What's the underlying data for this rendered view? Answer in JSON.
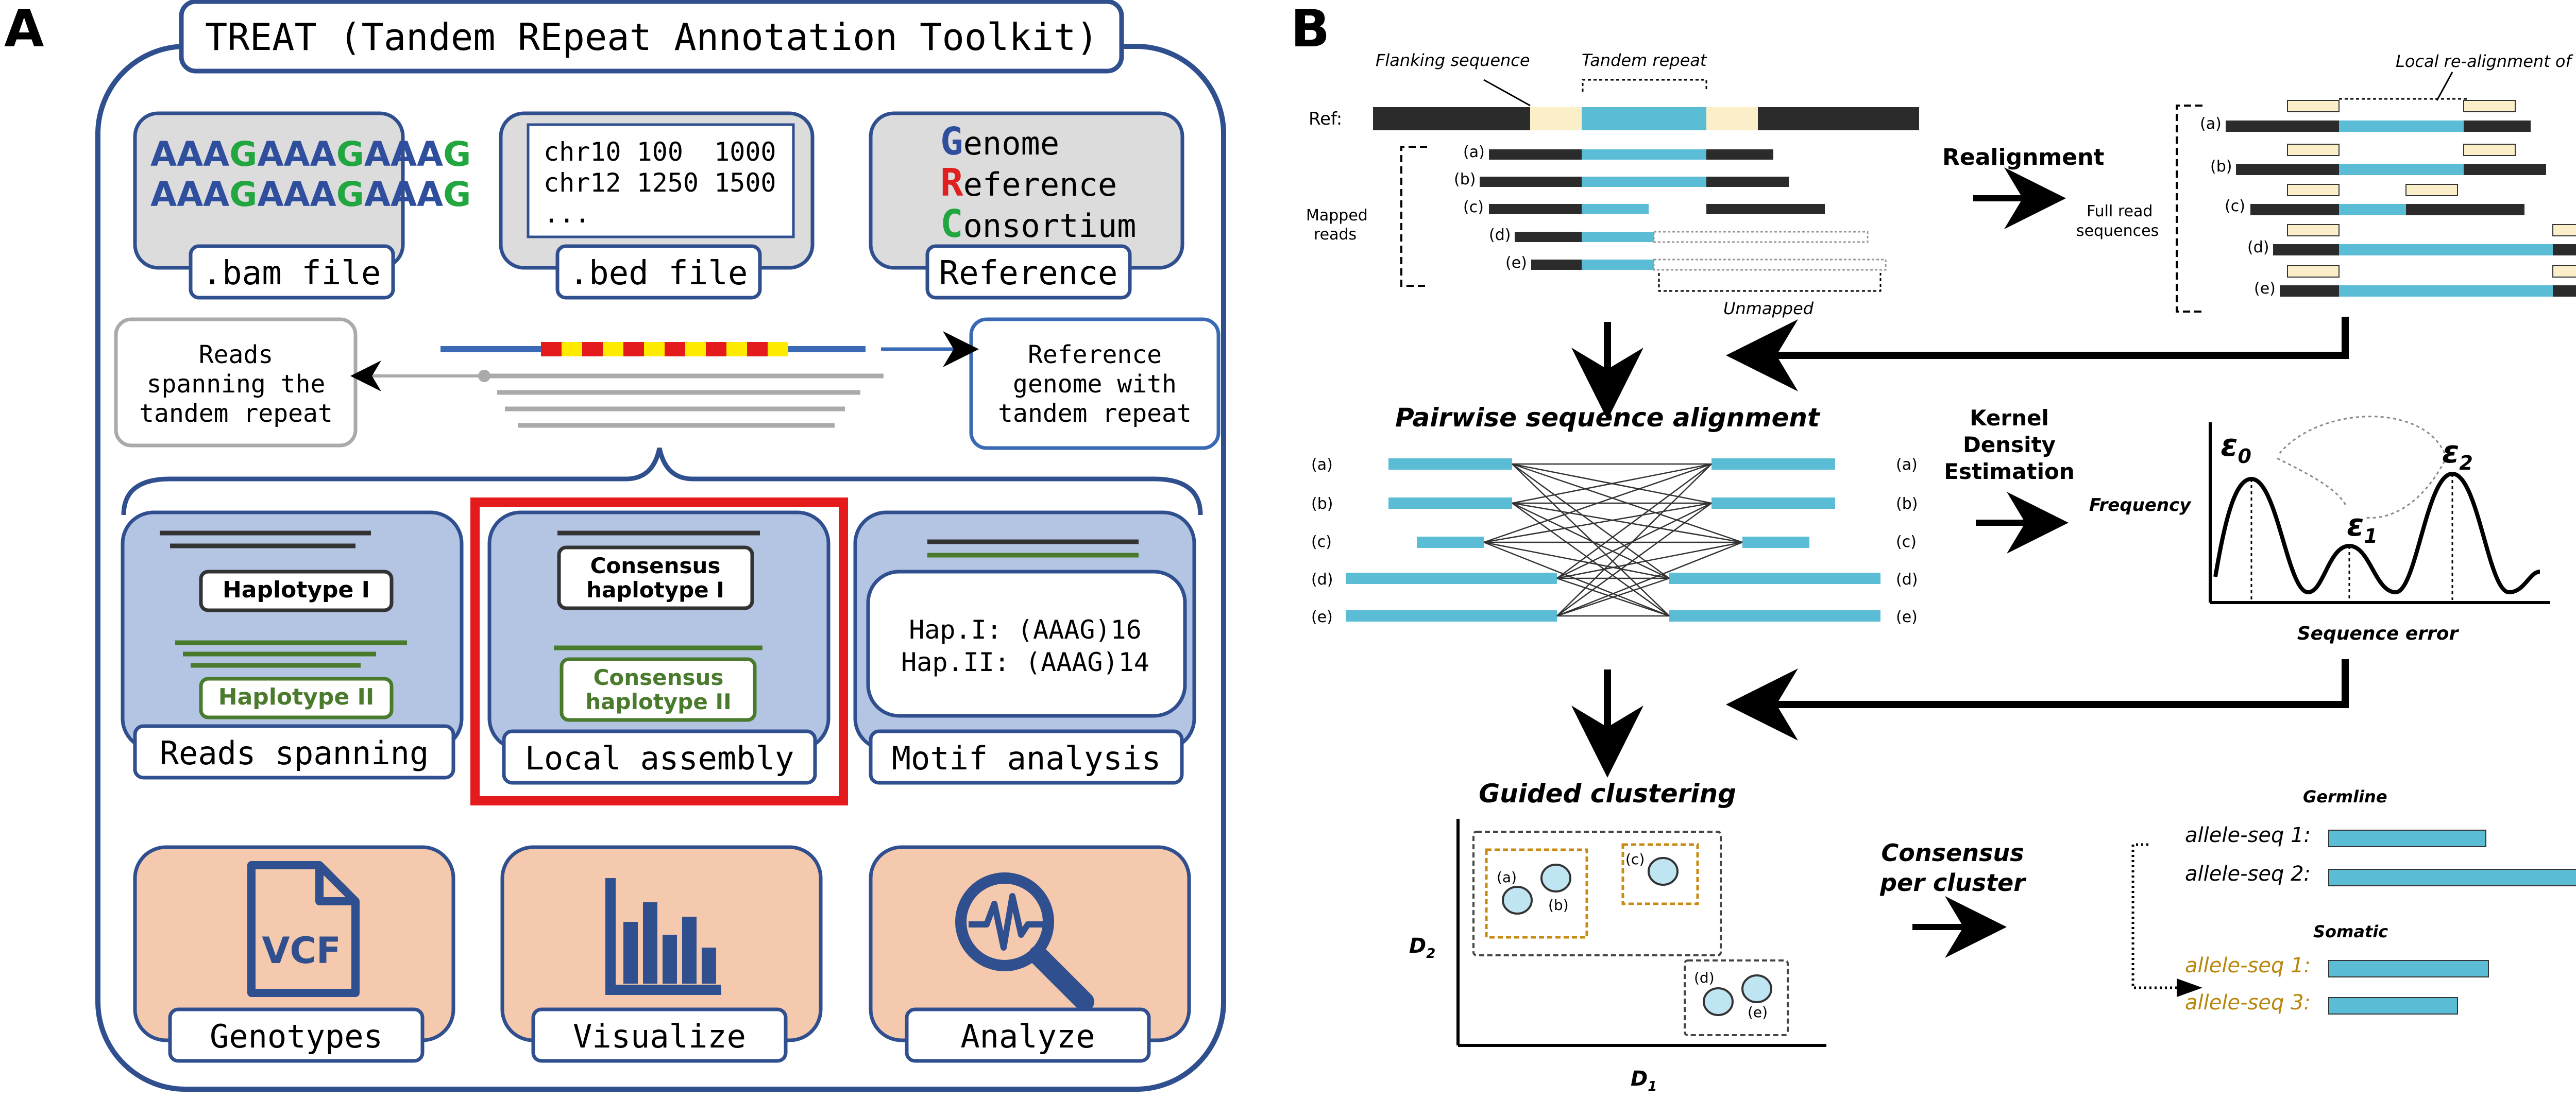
{
  "panel_a": {
    "label": "A",
    "title": "TREAT (Tandem REpeat Annotation Toolkit)",
    "inputs": {
      "bam": {
        "seq_line1": [
          {
            "t": "AAA",
            "c": "#2f4f9e"
          },
          {
            "t": "G",
            "c": "#22a640"
          },
          {
            "t": "AAA",
            "c": "#2f4f9e"
          },
          {
            "t": "G",
            "c": "#22a640"
          },
          {
            "t": "AAA",
            "c": "#2f4f9e"
          },
          {
            "t": "G",
            "c": "#22a640"
          }
        ],
        "seq_line2": [
          {
            "t": "AAA",
            "c": "#2f4f9e"
          },
          {
            "t": "G",
            "c": "#22a640"
          },
          {
            "t": "AAA",
            "c": "#2f4f9e"
          },
          {
            "t": "G",
            "c": "#22a640"
          },
          {
            "t": "AAA",
            "c": "#2f4f9e"
          },
          {
            "t": "G",
            "c": "#22a640"
          }
        ],
        "label": ".bam file"
      },
      "bed": {
        "line1": "chr10 100  1000",
        "line2": "chr12 1250 1500",
        "line3": "...",
        "label": ".bed file"
      },
      "reference": {
        "rows": [
          {
            "initial": "G",
            "rest": "enome",
            "color": "#2f4f9e"
          },
          {
            "initial": "R",
            "rest": "eference",
            "color": "#e02020"
          },
          {
            "initial": "C",
            "rest": "onsortium",
            "color": "#22a640"
          }
        ],
        "label": "Reference"
      }
    },
    "reads_spanning_box": {
      "line1": "Reads",
      "line2": "spanning the",
      "line3": "tandem repeat"
    },
    "reference_repeat_box": {
      "line1": "Reference",
      "line2": "genome with",
      "line3": "tandem repeat"
    },
    "modules": [
      {
        "label": "Reads spanning",
        "hap1": "Haplotype I",
        "hap2": "Haplotype II"
      },
      {
        "label": "Local assembly",
        "hap1_line1": "Consensus",
        "hap1_line2": "haplotype I",
        "hap2_line1": "Consensus",
        "hap2_line2": "haplotype II"
      },
      {
        "label": "Motif analysis",
        "line1": "Hap.I: (AAAG)16",
        "line2": "Hap.II: (AAAG)14"
      }
    ],
    "outputs": [
      {
        "label": "Genotypes",
        "icon": "vcf-file-icon",
        "icon_text": "VCF"
      },
      {
        "label": "Visualize",
        "icon": "bar-chart-icon"
      },
      {
        "label": "Analyze",
        "icon": "magnifier-signal-icon"
      }
    ],
    "colors": {
      "frame": "#2f4f8f",
      "module_fill": "#b4c5e4",
      "output_fill": "#f5c9ad",
      "input_fill": "#dcdcdc",
      "highlight": "#e41a1c",
      "haplo2": "#4a7a2c",
      "repeat_red": "#e41a1c",
      "repeat_yellow": "#ffeb00"
    }
  },
  "panel_b": {
    "label": "B",
    "flanking_label": "Flanking sequence",
    "tandem_label": "Tandem repeat",
    "ref_label": "Ref:",
    "mapped_label_1": "Mapped",
    "mapped_label_2": "reads",
    "unmapped_label": "Unmapped",
    "reads": [
      "(a)",
      "(b)",
      "(c)",
      "(d)",
      "(e)"
    ],
    "realignment_label": "Realignment",
    "full_read_1": "Full read",
    "full_read_2": "sequences",
    "local_realign_label": "Local re-alignment of flanks",
    "pairwise_title": "Pairwise sequence alignment",
    "kde_line1": "Kernel",
    "kde_line2": "Density",
    "kde_line3": "Estimation",
    "frequency_label": "Frequency",
    "sequence_error_label": "Sequence error",
    "eps": [
      {
        "base": "ε",
        "sub": "0"
      },
      {
        "base": "ε",
        "sub": "1"
      },
      {
        "base": "ε",
        "sub": "2"
      }
    ],
    "clustering_title": "Guided clustering",
    "axis_x": {
      "base": "D",
      "sub": "1"
    },
    "axis_y": {
      "base": "D",
      "sub": "2"
    },
    "consensus_line1": "Consensus",
    "consensus_line2": "per cluster",
    "germline_label": "Germline",
    "somatic_label": "Somatic",
    "alleles_germline": [
      "allele-seq 1:",
      "allele-seq 2:"
    ],
    "alleles_somatic": [
      "allele-seq 1:",
      "allele-seq 3:"
    ],
    "colors": {
      "read_dark": "#2b2b2b",
      "repeat": "#5bbcd6",
      "flank": "#fbefc9",
      "somatic_text": "#b8860b"
    }
  }
}
